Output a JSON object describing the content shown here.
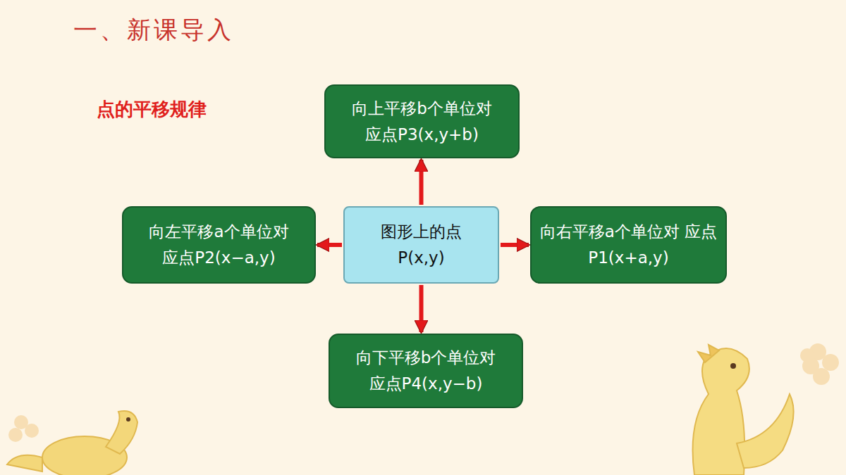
{
  "diagram": {
    "title": "一、新课导入",
    "nodes": [
      {
        "text": [
          "向上平移b个单位对 应点P3(x,y+b)"
        ]
      },
      {
        "text": [
          "向左平移a个单位对 应点P2(x−a,y)"
        ]
      },
      {
        "text": [
          "图形上的点 P(x,y)"
        ]
      },
      {
        "text": [
          "向右平移a个单位对 应点 P1(x+a,y)"
        ]
      },
      {
        "text": [
          "向下平移b个单位对 应点P4(x,y−b)"
        ]
      }
    ],
    "edges": [
      {
        "from": 2,
        "to": 0,
        "arrow": "to"
      },
      {
        "from": 2,
        "to": 1,
        "arrow": "to"
      },
      {
        "from": 2,
        "to": 3,
        "arrow": "to"
      },
      {
        "from": 2,
        "to": 4,
        "arrow": "to"
      }
    ],
    "labels": [
      "点的平移规律"
    ]
  }
}
